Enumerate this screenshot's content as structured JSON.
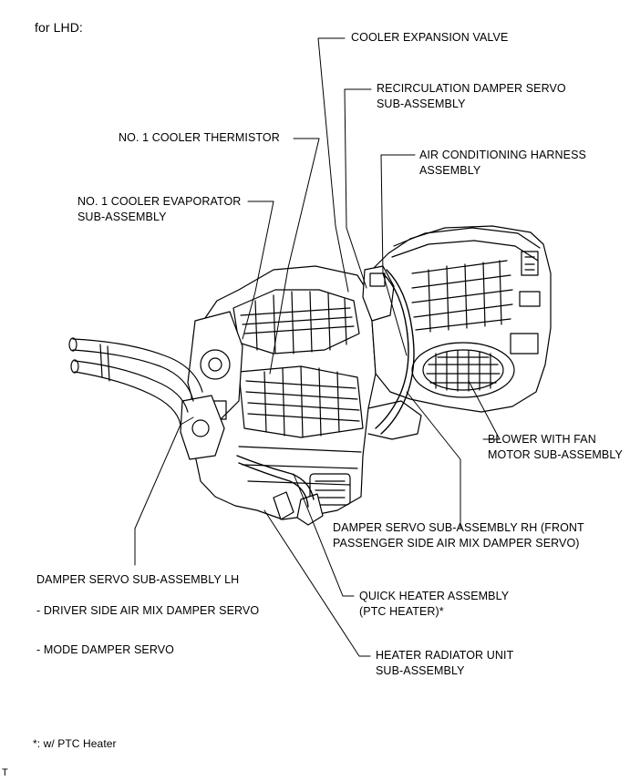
{
  "heading": "for LHD:",
  "labels": {
    "cooler_expansion_valve": "COOLER EXPANSION VALVE",
    "recirculation_damper_servo": "RECIRCULATION DAMPER SERVO\nSUB-ASSEMBLY",
    "cooler_thermistor": "NO. 1 COOLER THERMISTOR",
    "ac_harness": "AIR CONDITIONING HARNESS\nASSEMBLY",
    "cooler_evaporator": "NO. 1 COOLER EVAPORATOR\nSUB-ASSEMBLY",
    "blower_fan_motor": "BLOWER WITH FAN\nMOTOR SUB-ASSEMBLY",
    "damper_servo_rh": "DAMPER SERVO SUB-ASSEMBLY RH (FRONT\nPASSENGER SIDE AIR MIX DAMPER SERVO)",
    "damper_servo_lh": "DAMPER SERVO SUB-ASSEMBLY LH",
    "driver_air_mix": "- DRIVER SIDE AIR MIX DAMPER SERVO",
    "mode_damper": "- MODE DAMPER SERVO",
    "quick_heater": "QUICK HEATER ASSEMBLY\n(PTC HEATER)*",
    "heater_radiator": "HEATER RADIATOR UNIT\nSUB-ASSEMBLY"
  },
  "footnote": "*: w/ PTC Heater",
  "corner_mark": "T"
}
